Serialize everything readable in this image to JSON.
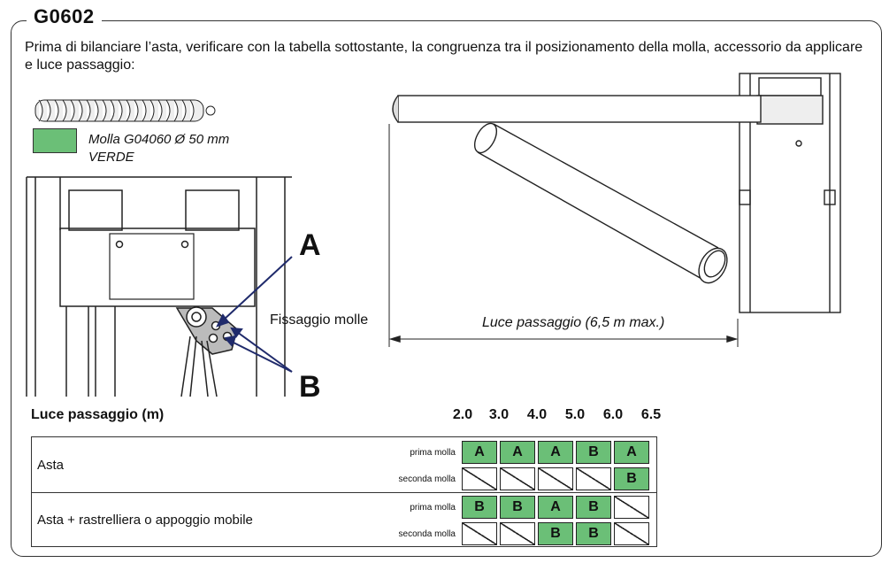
{
  "title": "G0602",
  "intro": "Prima di bilanciare l’asta, verificare con la tabella sottostante, la congruenza tra il posizionamento della molla, accessorio da applicare e luce passaggio:",
  "legend": {
    "line1": "Molla G04060  Ø 50 mm",
    "line2": "VERDE",
    "color": "#6bbf77"
  },
  "diagram": {
    "label_a": "A",
    "label_b": "B",
    "fixing_label": "Fissaggio molle",
    "span_label": "Luce passaggio (6,5 m max.)"
  },
  "table": {
    "header": "Luce passaggio (m)",
    "ticks": [
      "2.0",
      "3.0",
      "4.0",
      "5.0",
      "6.0",
      "6.5"
    ],
    "rows": [
      {
        "label": "Asta",
        "sub": [
          {
            "name": "prima molla",
            "cells": [
              "A",
              "A",
              "A",
              "B",
              "A"
            ]
          },
          {
            "name": "seconda molla",
            "cells": [
              "",
              "",
              "",
              "",
              "B"
            ]
          }
        ]
      },
      {
        "label": "Asta + rastrelliera o appoggio mobile",
        "sub": [
          {
            "name": "prima molla",
            "cells": [
              "B",
              "B",
              "A",
              "B",
              ""
            ]
          },
          {
            "name": "seconda molla",
            "cells": [
              "",
              "",
              "B",
              "B",
              ""
            ]
          }
        ]
      }
    ]
  }
}
